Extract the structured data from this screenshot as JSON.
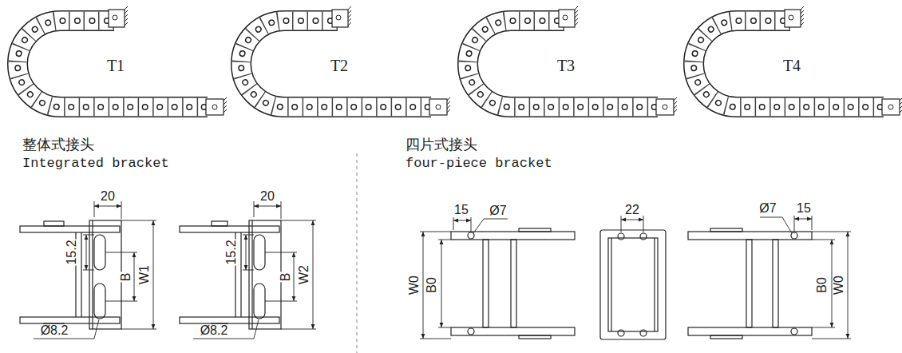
{
  "diagram": {
    "labels": [
      "T1",
      "T2",
      "T3",
      "T4",
      "整体式接头",
      "Integrated bracket",
      "四片式接头",
      "four-piece bracket",
      "20",
      "15.2",
      "B",
      "W1",
      "Ø8.2",
      "20",
      "15.2",
      "B",
      "W2",
      "Ø8.2",
      "15",
      "Ø7",
      "W0",
      "B0",
      "22",
      "Ø7",
      "15",
      "B0",
      "W0"
    ]
  }
}
